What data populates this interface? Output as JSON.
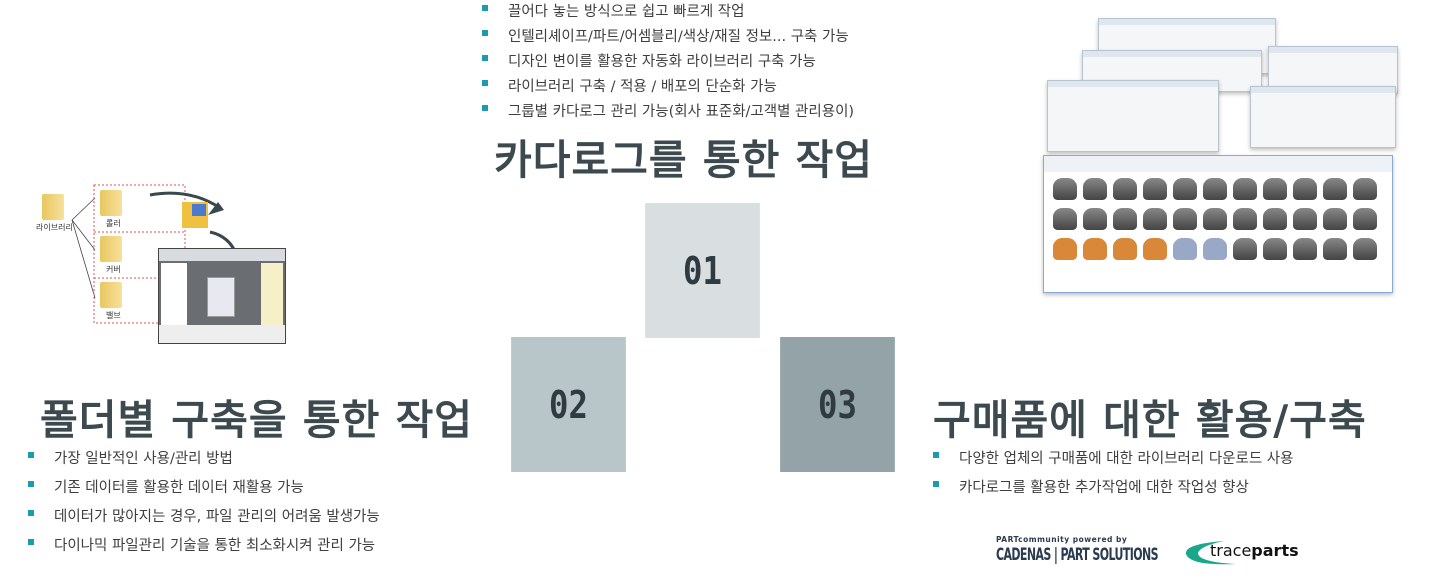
{
  "catalog": {
    "title": "카다로그를 통한 작업",
    "bullets": [
      "끌어다 놓는 방식으로 쉽고 빠르게 작업",
      "인텔리셰이프/파트/어셈블리/색상/재질 정보... 구축 가능",
      "디자인 변이를 활용한 자동화 라이브러리 구축 가능",
      "라이브러리 구축 / 적용 / 배포의 단순화 가능",
      "그룹별 카다로그 관리 가능(회사 표준화/고객별 관리용이)"
    ]
  },
  "folder": {
    "title": "폴더별 구축을 통한 작업",
    "bullets": [
      "가장 일반적인 사용/관리 방법",
      "기존 데이터를 활용한 데이터 재활용 가능",
      "데이터가 많아지는 경우, 파일 관리의 어려움 발생가능",
      "다이나믹 파일관리 기술을 통한 최소화시켜 관리 가능"
    ],
    "diagram": {
      "root": "라이브러리",
      "children": [
        "롤러",
        "커버",
        "밸브"
      ]
    }
  },
  "purchased": {
    "title": "구매품에 대한 활용/구축",
    "bullets": [
      "다양한 업체의 구매품에 대한 라이브러리 다운로드 사용",
      "카다로그를 활용한 추가작업에 대한 작업성 향상"
    ]
  },
  "boxes": [
    {
      "label": "01",
      "color": "#d9dfe1"
    },
    {
      "label": "02",
      "color": "#b8c5c9"
    },
    {
      "label": "03",
      "color": "#93a3a8"
    }
  ],
  "logos": {
    "partcommunity": "PARTcommunity powered by",
    "cadenas": "CADENAS | PART SOLUTIONS",
    "traceparts_light": "trace",
    "traceparts_bold": "parts"
  },
  "colors": {
    "bullet": "#1a9bb0",
    "title": "#3c4a4f"
  }
}
